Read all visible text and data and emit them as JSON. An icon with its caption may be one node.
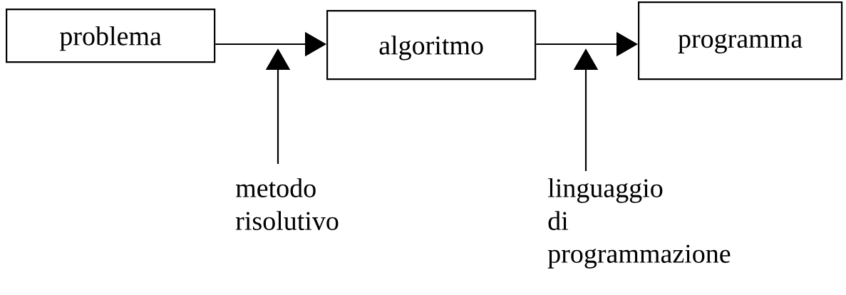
{
  "diagram": {
    "nodes": [
      {
        "text": [
          "problema"
        ]
      },
      {
        "text": [
          "algoritmo"
        ]
      },
      {
        "text": [
          "programma"
        ]
      },
      {
        "text": [
          "metodo risolutivo"
        ]
      },
      {
        "text": [
          "linguaggio di programmazione"
        ]
      }
    ],
    "edges": [
      {
        "from": 0,
        "to": 1,
        "arrow": "to"
      },
      {
        "from": 1,
        "to": 2,
        "arrow": "to"
      },
      {
        "from": 3,
        "to": null,
        "arrow": "to"
      },
      {
        "from": 4,
        "to": null,
        "arrow": "to"
      }
    ]
  }
}
